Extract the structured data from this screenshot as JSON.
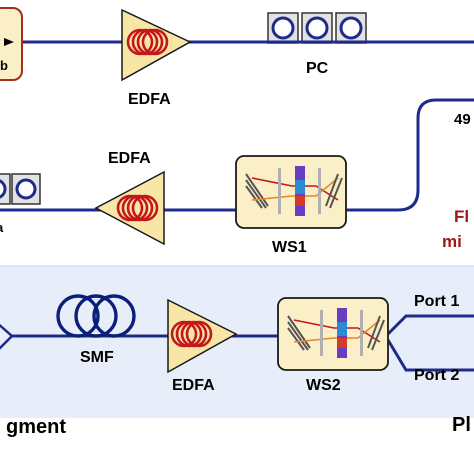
{
  "colors": {
    "fiber": "#1f2b8a",
    "coil": "#c4161c",
    "amp_fill": "#f7e6a6",
    "box_fill": "#fbefc8",
    "bottom_band": "#e8eef9",
    "smf": "#0b1f7a",
    "source_box": "#a0301a",
    "accent_text": "#a01818"
  },
  "labels": {
    "edfa_top": "EDFA",
    "pc": "PC",
    "edfa_mid": "EDFA",
    "ws1": "WS1",
    "edge_top": "49",
    "edge_red_1": "Fl",
    "edge_red_2": "mi",
    "smf": "SMF",
    "edfa_bottom": "EDFA",
    "ws2": "WS2",
    "port1": "Port 1",
    "port2": "Port 2",
    "bottom_left": "gment",
    "bottom_right": "Pl",
    "left_mid_fragment": "a",
    "source_fragment": "b"
  },
  "icons": {
    "amplifier": "edfa-triangle-icon",
    "coil": "fiber-coil-icon",
    "polarization": "polarization-controller-icon",
    "waveshaper": "waveshaper-grating-icon",
    "spool": "fiber-spool-icon"
  }
}
